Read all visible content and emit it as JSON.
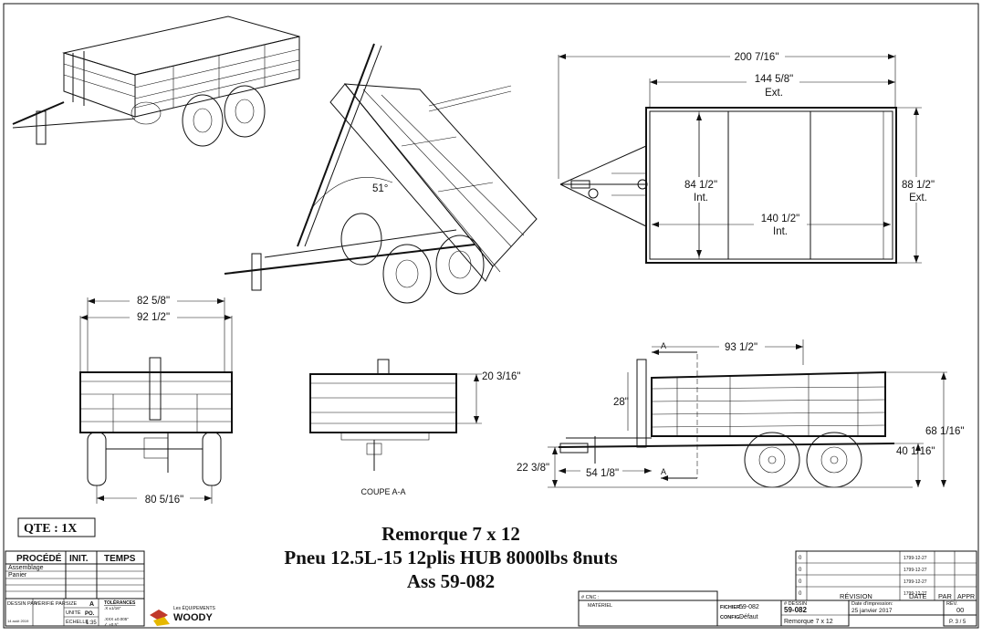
{
  "dimensions": {
    "overall_length": "200 7/16\"",
    "box_ext_length": "144 5/8\"",
    "box_ext_label": "Ext.",
    "int_width": "84 1/2\"",
    "int_width_label": "Int.",
    "ext_width": "88 1/2\"",
    "ext_width_label": "Ext.",
    "int_length": "140 1/2\"",
    "int_length_label": "Int.",
    "tilt_angle": "51°",
    "rear_width_a": "82 5/8\"",
    "rear_width_b": "92 1/2\"",
    "track_width": "80 5/16\"",
    "side_height": "20 3/16\"",
    "section_label": "COUPE A-A",
    "wheelbase_pos": "93 1/2\"",
    "jack_height": "28\"",
    "hitch_height": "22 3/8\"",
    "tongue_length": "54 1/8\"",
    "total_height": "68 1/16\"",
    "deck_height": "40 1/16\"",
    "section_mark": "A"
  },
  "qte": "QTE : 1X",
  "title": {
    "line1": "Remorque 7 x 12",
    "line2": "Pneu 12.5L-15 12plis HUB 8000lbs 8nuts",
    "line3": "Ass 59-082"
  },
  "process_table": {
    "headers": [
      "PROCÉDÉ",
      "INIT.",
      "TEMPS"
    ],
    "rows": [
      "Assemblage",
      "Panier",
      "",
      "",
      "",
      "",
      ""
    ]
  },
  "footer": {
    "dessin_par": "DESSIN PAR",
    "verifie_par": "VÉRIFIÉ PAR",
    "date_small": "14 août 2019",
    "size_label": "SIZE",
    "size_value": "A",
    "unite_label": "UNITÉ",
    "unite_value": "PO.",
    "echelle_label": "ÉCHELLE",
    "echelle_value": "1:35",
    "tolerances": "TOLÉRANCES",
    "tol1": ".X ±1/16\"",
    ".tol2": ".XX ±0.010\"",
    "tol3": ".XXX ±0.005\"",
    "tol4": "∠ ±0.5°",
    "brand_small": "Les ÉQUIPEMENTS",
    "brand": "WOODY",
    "cnc": "# CNC :",
    "materiel": "MATÉRIEL",
    "fichier_label": "FICHIER :",
    "fichier_value": "59-082",
    "config_label": "CONFIG :",
    "config_value": "Défaut",
    "num_dessin_label": "# DESSIN",
    "num_dessin_value": "59-082",
    "desc_value": "Remorque 7 x 12",
    "date_imp_label": "Date d'impression:",
    "date_imp_value": "25 janvier 2017",
    "rev_label": "RÉV.",
    "rev_value": "00",
    "page_value": "P. 3 / 5"
  },
  "revision_table": {
    "rows": [
      {
        "rev": "0",
        "date": "1799-12-27"
      },
      {
        "rev": "0",
        "date": "1799-12-27"
      },
      {
        "rev": "0",
        "date": "1799-12-27"
      },
      {
        "rev": "0",
        "date": "1799-12-27"
      }
    ],
    "headers": [
      "RÉVISION",
      "DATE",
      "PAR",
      "APPR"
    ]
  }
}
